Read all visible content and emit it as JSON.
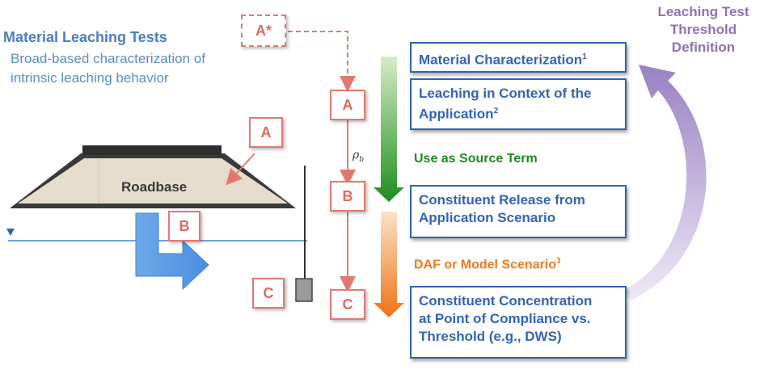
{
  "left_title": "Material Leaching Tests",
  "left_subtitle_line1": "Broad-based characterization of",
  "left_subtitle_line2": "intrinsic leaching behavior",
  "roadbase_label": "Roadbase",
  "markers": {
    "a_star": "A*",
    "a": "A",
    "b": "B",
    "c": "C"
  },
  "rho_label": "ρ",
  "rho_sub": "b",
  "right_title_line1": "Leaching Test",
  "right_title_line2": "Threshold",
  "right_title_line3": "Definition",
  "boxes": {
    "material_characterization": "Material Characterization",
    "material_characterization_sup": "1",
    "leaching_context_line1": "Leaching in Context of the",
    "leaching_context_line2": "Application",
    "leaching_context_sup": "2",
    "release_line1": "Constituent Release from",
    "release_line2": "Application Scenario",
    "concentration_line1": "Constituent Concentration",
    "concentration_line2": "at Point of Compliance vs.",
    "concentration_line3": "Threshold (e.g., DWS)"
  },
  "use_as_source_term": "Use as Source Term",
  "daf_label": "DAF or Model Scenario",
  "daf_sup": "3",
  "colors": {
    "blue_text": "#3464b4",
    "red_marker": "#e07a70",
    "green_arrow": "#2e9b2e",
    "orange_arrow": "#f07a1a",
    "purple_text": "#8e72b8",
    "roadbase_fill": "#e6dccb",
    "water_line": "#6fa3dd"
  }
}
